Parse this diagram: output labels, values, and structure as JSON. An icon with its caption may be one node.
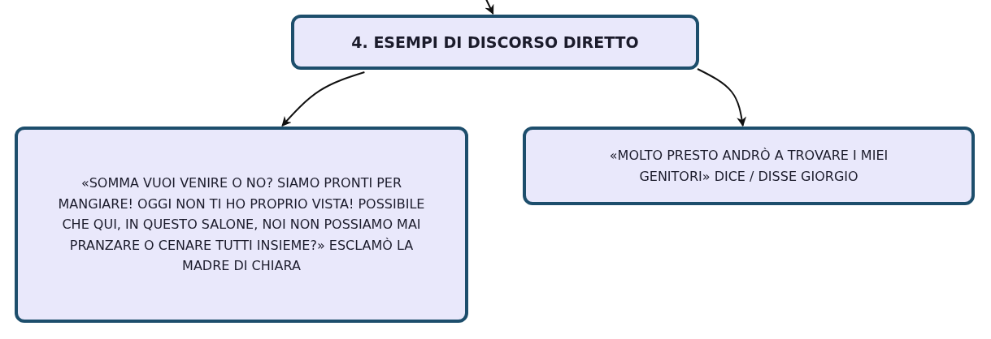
{
  "diagram": {
    "nodes": [
      {
        "text": [
          "4. ESEMPI DI DISCORSO DIRETTO"
        ]
      },
      {
        "text": [
          "«SOMMA VUOI VENIRE O NO? SIAMO PRONTI PER MANGIARE! OGGI NON TI HO PROPRIO VISTA! POSSIBILE CHE QUI, IN QUESTO SALONE, NOI NON POSSIAMO MAI PRANZARE O CENARE TUTTI INSIEME?» ESCLAMÒ LA MADRE DI CHIARA"
        ]
      },
      {
        "text": [
          "«MOLTO PRESTO ANDRÒ A TROVARE I MIEI GENITORI» DICE / DISSE GIORGIO"
        ]
      }
    ],
    "edges": [
      {
        "from": null,
        "to": 0,
        "arrow": "to"
      },
      {
        "from": 0,
        "to": 1,
        "arrow": "to"
      },
      {
        "from": 0,
        "to": 2,
        "arrow": "to"
      }
    ]
  }
}
